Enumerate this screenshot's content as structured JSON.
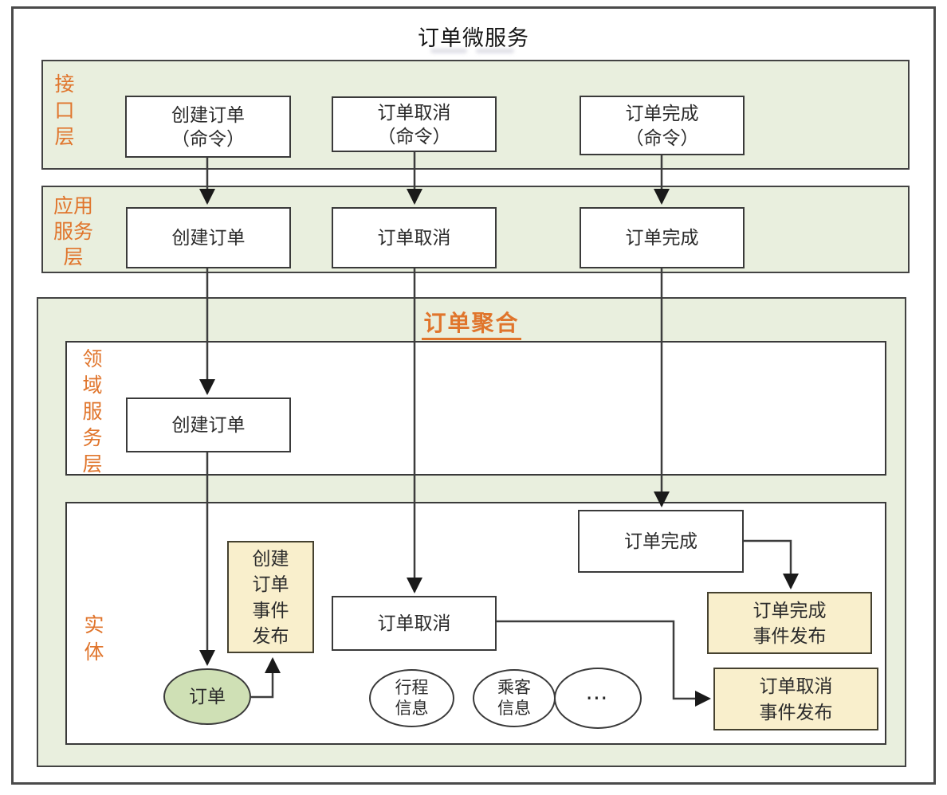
{
  "title": "订单微服务",
  "layers": {
    "interface": {
      "label": "接\n口\n层",
      "boxes": [
        "创建订单\n（命令）",
        "订单取消\n（命令）",
        "订单完成\n（命令）"
      ]
    },
    "application": {
      "label": "应用\n服务\n层",
      "boxes": [
        "创建订单",
        "订单取消",
        "订单完成"
      ]
    },
    "aggregate": {
      "label": "订单聚合",
      "domain": {
        "label": "领\n域\n服\n务\n层",
        "boxes": [
          "创建订单"
        ]
      },
      "entity": {
        "label": "实\n体",
        "boxes": [
          "订单完成",
          "订单取消"
        ],
        "events": [
          "创建\n订单\n事件\n发布",
          "订单完成\n事件发布",
          "订单取消\n事件发布"
        ],
        "ellipses": [
          "订单",
          "行程\n信息",
          "乘客\n信息",
          "⋯"
        ]
      }
    }
  },
  "colors": {
    "layer_fill": "#e9efde",
    "entity_fill": "#cfe0b5",
    "event_fill": "#f9efcc",
    "accent": "#e0752c",
    "line": "#3d3d3d"
  }
}
